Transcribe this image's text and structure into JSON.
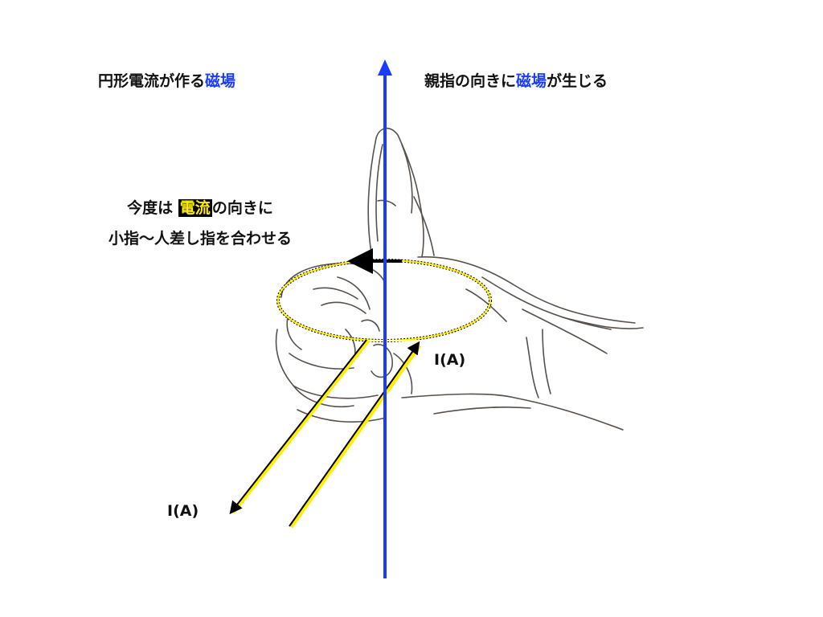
{
  "diagram": {
    "title_left": {
      "prefix": "円形電流が作る",
      "highlight": "磁場"
    },
    "title_right": {
      "prefix": "親指の向きに",
      "highlight": "磁場",
      "suffix": "が生じる"
    },
    "instruction": {
      "line1_prefix": "今度は",
      "line1_highlight": "電流",
      "line1_suffix": "の向きに",
      "line2": "小指〜人差し指を合わせる"
    },
    "current_label_right": "I(A)",
    "current_label_left": "I(A)",
    "elements": {
      "magnetic_field_axis": "blue vertical arrow pointing up (thumb direction)",
      "current_loop": "yellow dotted ellipse (circular current)",
      "loop_direction_arrow": "black arrow pointing left on top of loop",
      "current_leads": "two yellow/black parallel lead lines",
      "hand_sketch": "pencil sketch of right hand, thumbs-up"
    },
    "colors": {
      "field": "#1a3cff",
      "current": "#ffee00",
      "text": "#111111",
      "sketch": "#3a322c"
    }
  }
}
